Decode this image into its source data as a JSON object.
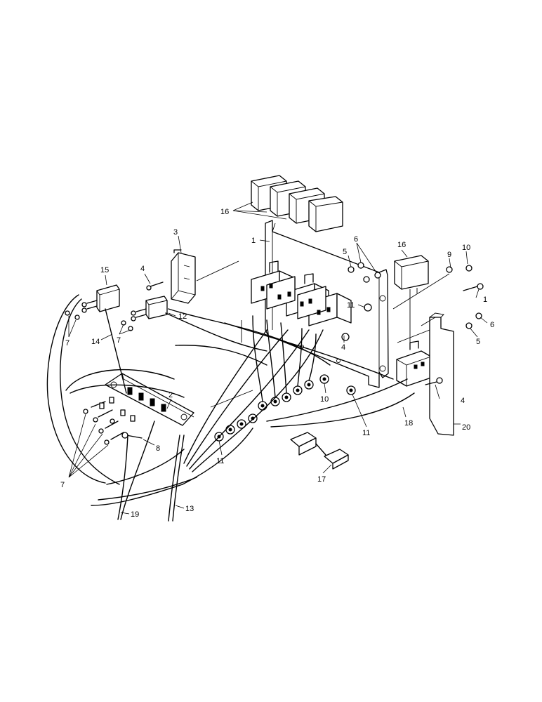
{
  "callouts": {
    "c1a": "1",
    "c1b": "1",
    "c2": "2",
    "c3": "3",
    "c4a": "4",
    "c4b": "4",
    "c4c": "4",
    "c5a": "5",
    "c5b": "5",
    "c6a": "6",
    "c6b": "6",
    "c7a": "7",
    "c7b": "7",
    "c7c": "7",
    "c8": "8",
    "c9": "9",
    "c10a": "10",
    "c10b": "10",
    "c11a": "11",
    "c11b": "11",
    "c11c": "11",
    "c12": "12",
    "c13": "13",
    "c14": "14",
    "c15": "15",
    "c16a": "16",
    "c16b": "16",
    "c17": "17",
    "c18": "18",
    "c19": "19",
    "c20": "20"
  }
}
